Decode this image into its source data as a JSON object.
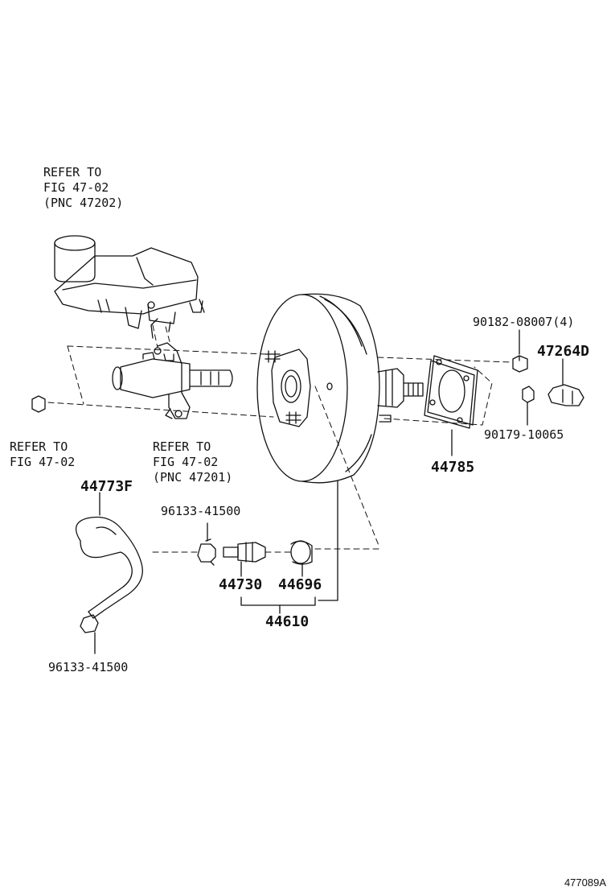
{
  "references": {
    "reservoir": [
      "REFER TO",
      "FIG 47-02",
      "(PNC 47202)"
    ],
    "nut_left": [
      "REFER TO",
      "FIG 47-02"
    ],
    "master_cylinder": [
      "REFER TO",
      "FIG 47-02",
      "(PNC 47201)"
    ]
  },
  "parts": {
    "p90182": "90182-08007(4)",
    "p47264d": "47264D",
    "p90179": "90179-10065",
    "p44785": "44785",
    "p44773f": "44773F",
    "p96133_top": "96133-41500",
    "p96133_bottom": "96133-41500",
    "p44730": "44730",
    "p44696": "44696",
    "p44610": "44610"
  },
  "figure_id": "477089A",
  "colors": {
    "line": "#111111",
    "background": "#ffffff"
  }
}
